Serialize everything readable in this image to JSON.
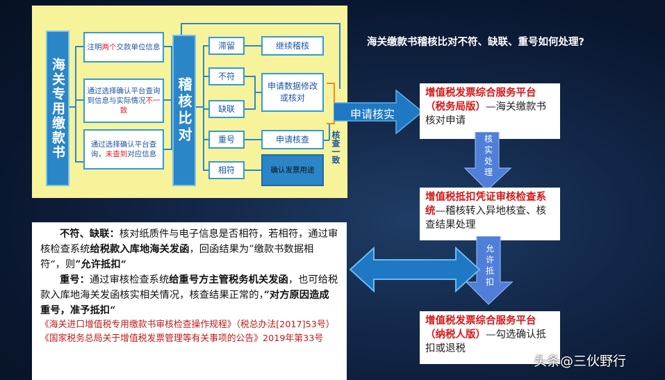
{
  "title": "海关缴款书稽核比对不符、缺联、重号如何处理?",
  "flow": {
    "left_bar": "海关专用缴款书",
    "box1": {
      "a": "注明",
      "b": "两个",
      "c": "交款单位信息"
    },
    "box2": {
      "a": "通过选择确认平台查询到信息与实际情况",
      "b": "不一致"
    },
    "box3": {
      "a": "通过选择确认平台查询，",
      "b": "未查到",
      "c": "对应信息"
    },
    "mid_bar": "稽核比对",
    "s1": "滞留",
    "s2": "不符",
    "s3": "缺联",
    "s4": "重号",
    "s5": "相符",
    "a1": "继续稽核",
    "a2": "申请数据修改或核对",
    "a3": "申请核查",
    "a4": "确认发票用途",
    "consistent": "核查一致"
  },
  "arrows": {
    "apply_verify": "申请核实",
    "verify_process": "核实处理",
    "allow_deduct": "允许抵扣"
  },
  "cards": [
    {
      "hl": "增值税发票综合服务平台（税务局版）",
      "rest": "—海关缴款书核对申请"
    },
    {
      "hl": "增值税抵扣凭证审核检查系统",
      "rest": "—稽核转入异地核查、核查结果处理"
    },
    {
      "hl": "增值税发票综合服务平台（纳税人版）",
      "rest": "—勾选确认抵扣或退税"
    }
  ],
  "note": {
    "p1_head": "不符、缺联：",
    "p1_a": "核对纸质件与电子信息是否相符，若相符，通过审核检查系统",
    "p1_b": "给税款入库地海关发函",
    "p1_c": "，回函结果为”缴款书数据相符“，则",
    "p1_d": "”允许抵扣“",
    "p2_head": "重号：",
    "p2_a": "通过审核检查系统",
    "p2_b": "给重号方主管税务机关发函",
    "p2_c": "，也可给税款入库地海关发函核实相关情况，核查结果正常的，",
    "p2_d": "”对方原因造成重号，准予抵扣“",
    "refs": "《海关进口增值税专用缴款书审核检查操作规程》（税总办法[2017]53号）《国家税务总局关于增值税发票管理等有关事项的公告》2019年第33号"
  },
  "watermark": "头条@三伙野行"
}
